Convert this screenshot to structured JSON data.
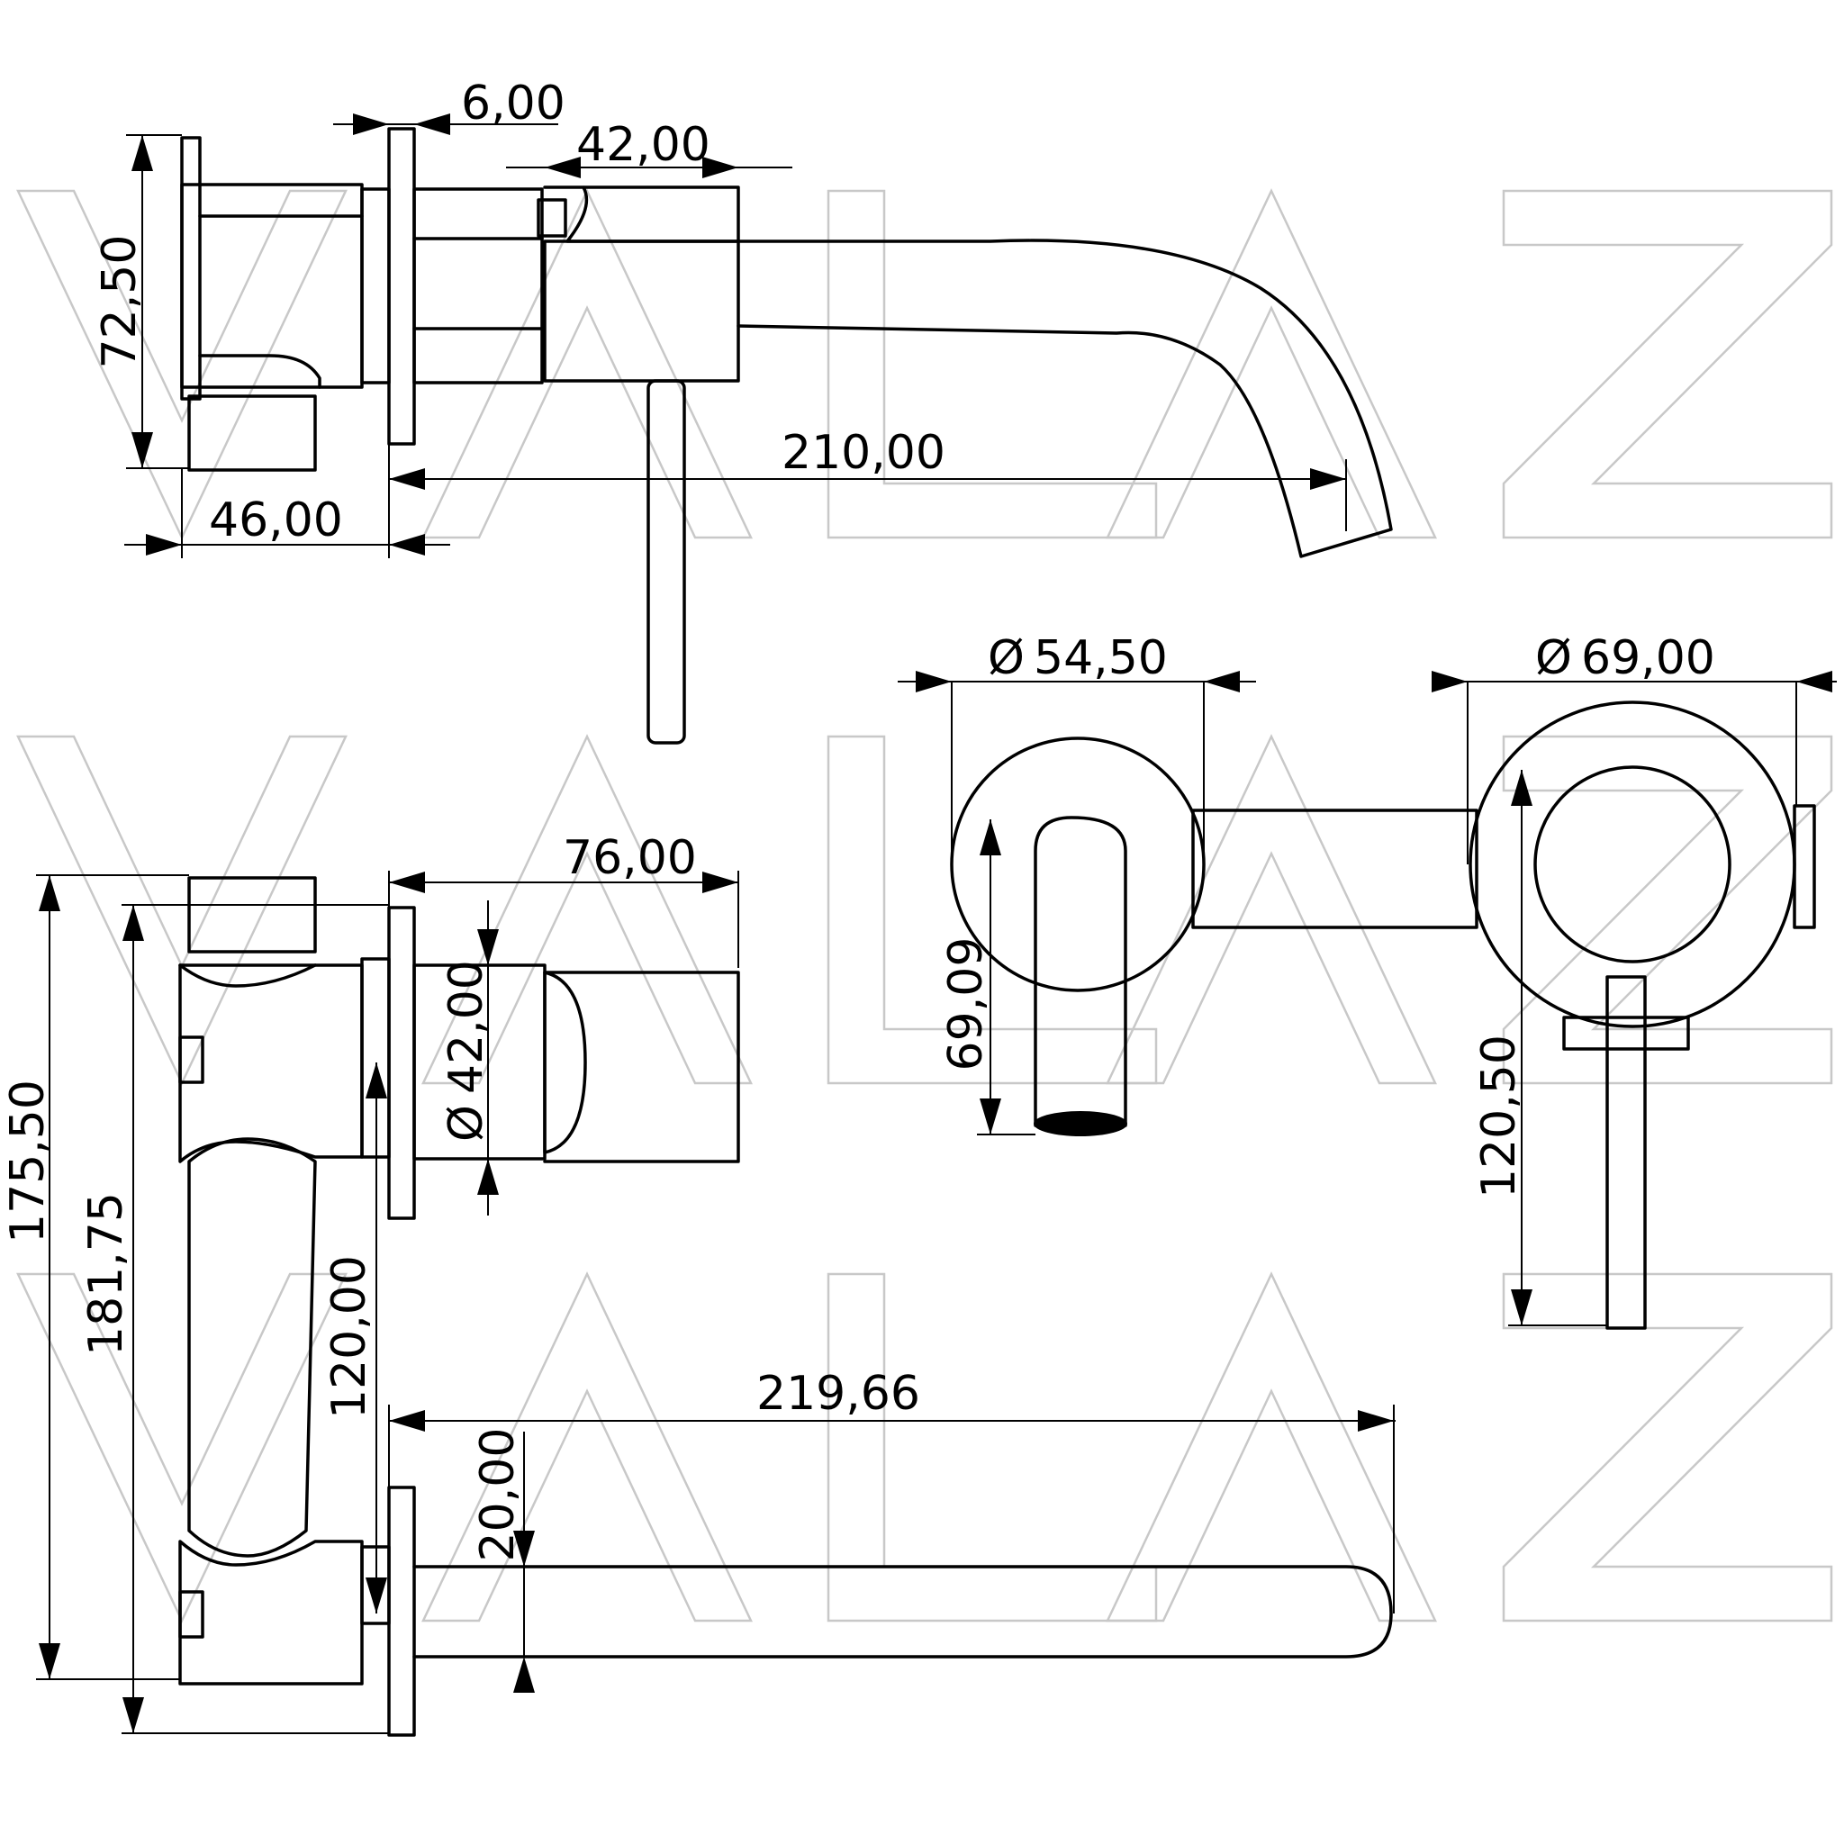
{
  "watermark": {
    "letters": [
      "V",
      "A",
      "L",
      "A",
      "Z"
    ]
  },
  "dimensions": {
    "top_view": {
      "d_6": "6,00",
      "d_42": "42,00",
      "d_72_5": "72,50",
      "d_210": "210,00",
      "d_46": "46,00"
    },
    "front_view": {
      "d_54_5": "54,50",
      "d_69": "69,00",
      "d_69_09": "69,09",
      "d_120_5": "120,50"
    },
    "side_view": {
      "d_76": "76,00",
      "d_42_dia": "42,00",
      "d_175_5": "175,50",
      "d_181_75": "181,75",
      "d_120": "120,00",
      "d_219_66": "219,66",
      "d_20": "20,00"
    },
    "diameter_symbol": "Ø"
  }
}
